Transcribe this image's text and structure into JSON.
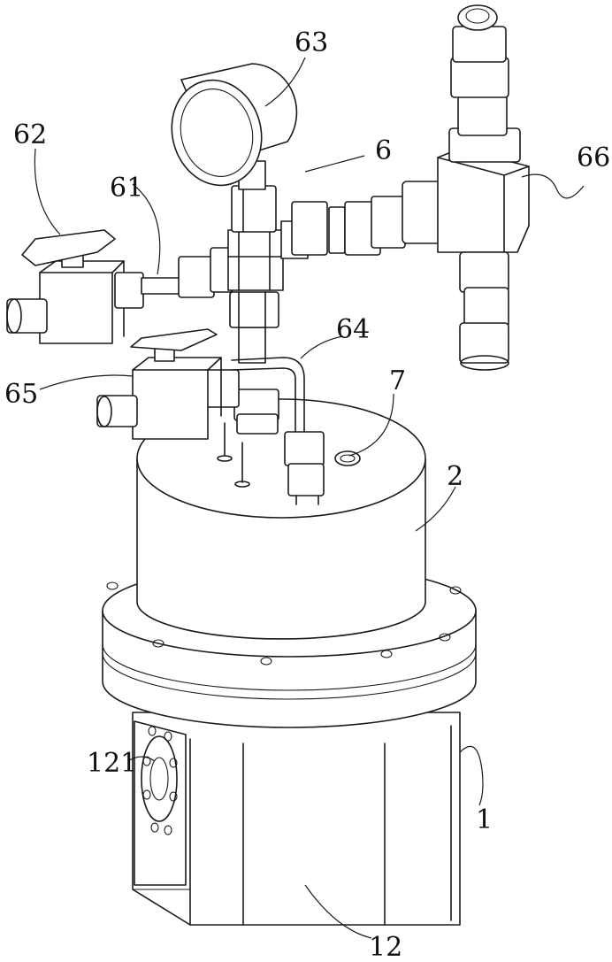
{
  "labels": {
    "l63": "63",
    "l62": "62",
    "l6": "6",
    "l66": "66",
    "l61": "61",
    "l64": "64",
    "l7": "7",
    "l65": "65",
    "l2": "2",
    "l121": "121",
    "l1": "1",
    "l12": "12"
  }
}
